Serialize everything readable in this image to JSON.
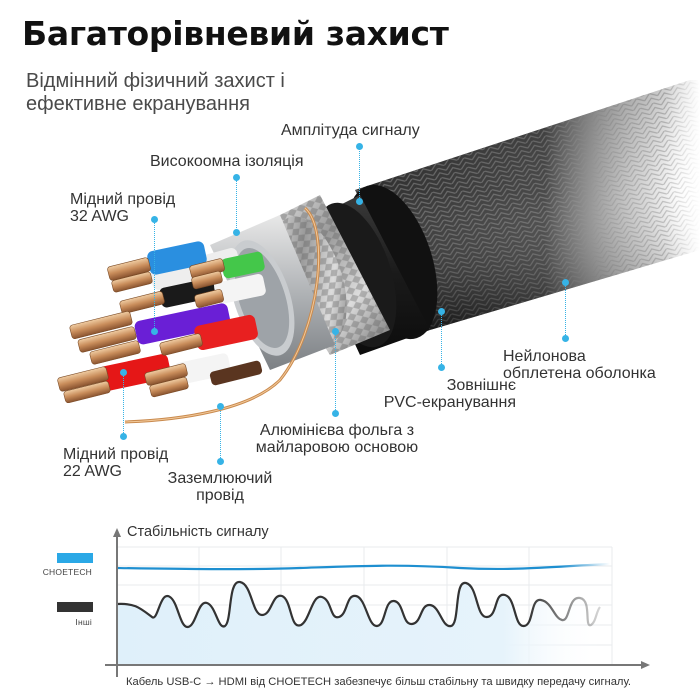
{
  "header": {
    "title": "Багаторівневий захист",
    "subtitle_line1": "Відмінний фізичний захист і",
    "subtitle_line2": "ефективне екранування"
  },
  "callouts": [
    {
      "id": "signal-amplitude",
      "line1": "Амплітуда сигналу",
      "line2": ""
    },
    {
      "id": "high-ohm-insulation",
      "line1": "Високоомна ізоляція",
      "line2": ""
    },
    {
      "id": "copper-32awg",
      "line1": "Мідний провід",
      "line2": "32 AWG"
    },
    {
      "id": "copper-22awg",
      "line1": "Мідний провід",
      "line2": "22 AWG"
    },
    {
      "id": "ground-wire",
      "line1": "Заземлюючий",
      "line2": "провід"
    },
    {
      "id": "aluminum-foil",
      "line1": "Алюмінієва фольга з",
      "line2": "майларовою основою"
    },
    {
      "id": "outer-pvc",
      "line1": "Зовнішнє",
      "line2": "PVC-екранування"
    },
    {
      "id": "nylon-braid",
      "line1": "Нейлонова",
      "line2": "обплетена оболонка"
    }
  ],
  "colors": {
    "accent": "#36b3e6",
    "choetech_line": "#1e8fd0",
    "others_line": "#333333",
    "fill": "#e4f3fb",
    "grid": "#e6e9ec",
    "axis": "#777777"
  },
  "legend": {
    "items": [
      {
        "label": "CHOETECH",
        "color": "#2aa8e6"
      },
      {
        "label": "Інші",
        "color": "#333333"
      }
    ]
  },
  "chart": {
    "title": "Стабільність сигналу",
    "caption": "Кабель USB-C → HDMI від CHOETECH забезпечує більш стабільну та швидку передачу сигналу."
  },
  "chart_data": {
    "type": "line",
    "title": "Стабільність сигналу",
    "xlabel": "",
    "ylabel": "Стабільність сигналу",
    "grid": true,
    "legend_position": "left",
    "series": [
      {
        "name": "CHOETECH",
        "description": "near-flat stable line",
        "values": [
          0.85,
          0.84,
          0.84,
          0.84,
          0.85,
          0.85,
          0.84,
          0.84,
          0.85,
          0.86
        ]
      },
      {
        "name": "Інші",
        "description": "strongly oscillating wave",
        "values": [
          0.55,
          0.53,
          0.45,
          0.62,
          0.38,
          0.58,
          0.37,
          0.72,
          0.42,
          0.65,
          0.38,
          0.62,
          0.4,
          0.63,
          0.38,
          0.55,
          0.42,
          0.6,
          0.4,
          0.55,
          0.4,
          0.75,
          0.38,
          0.66,
          0.4,
          0.6,
          0.42,
          0.58,
          0.4,
          0.5
        ]
      }
    ]
  }
}
